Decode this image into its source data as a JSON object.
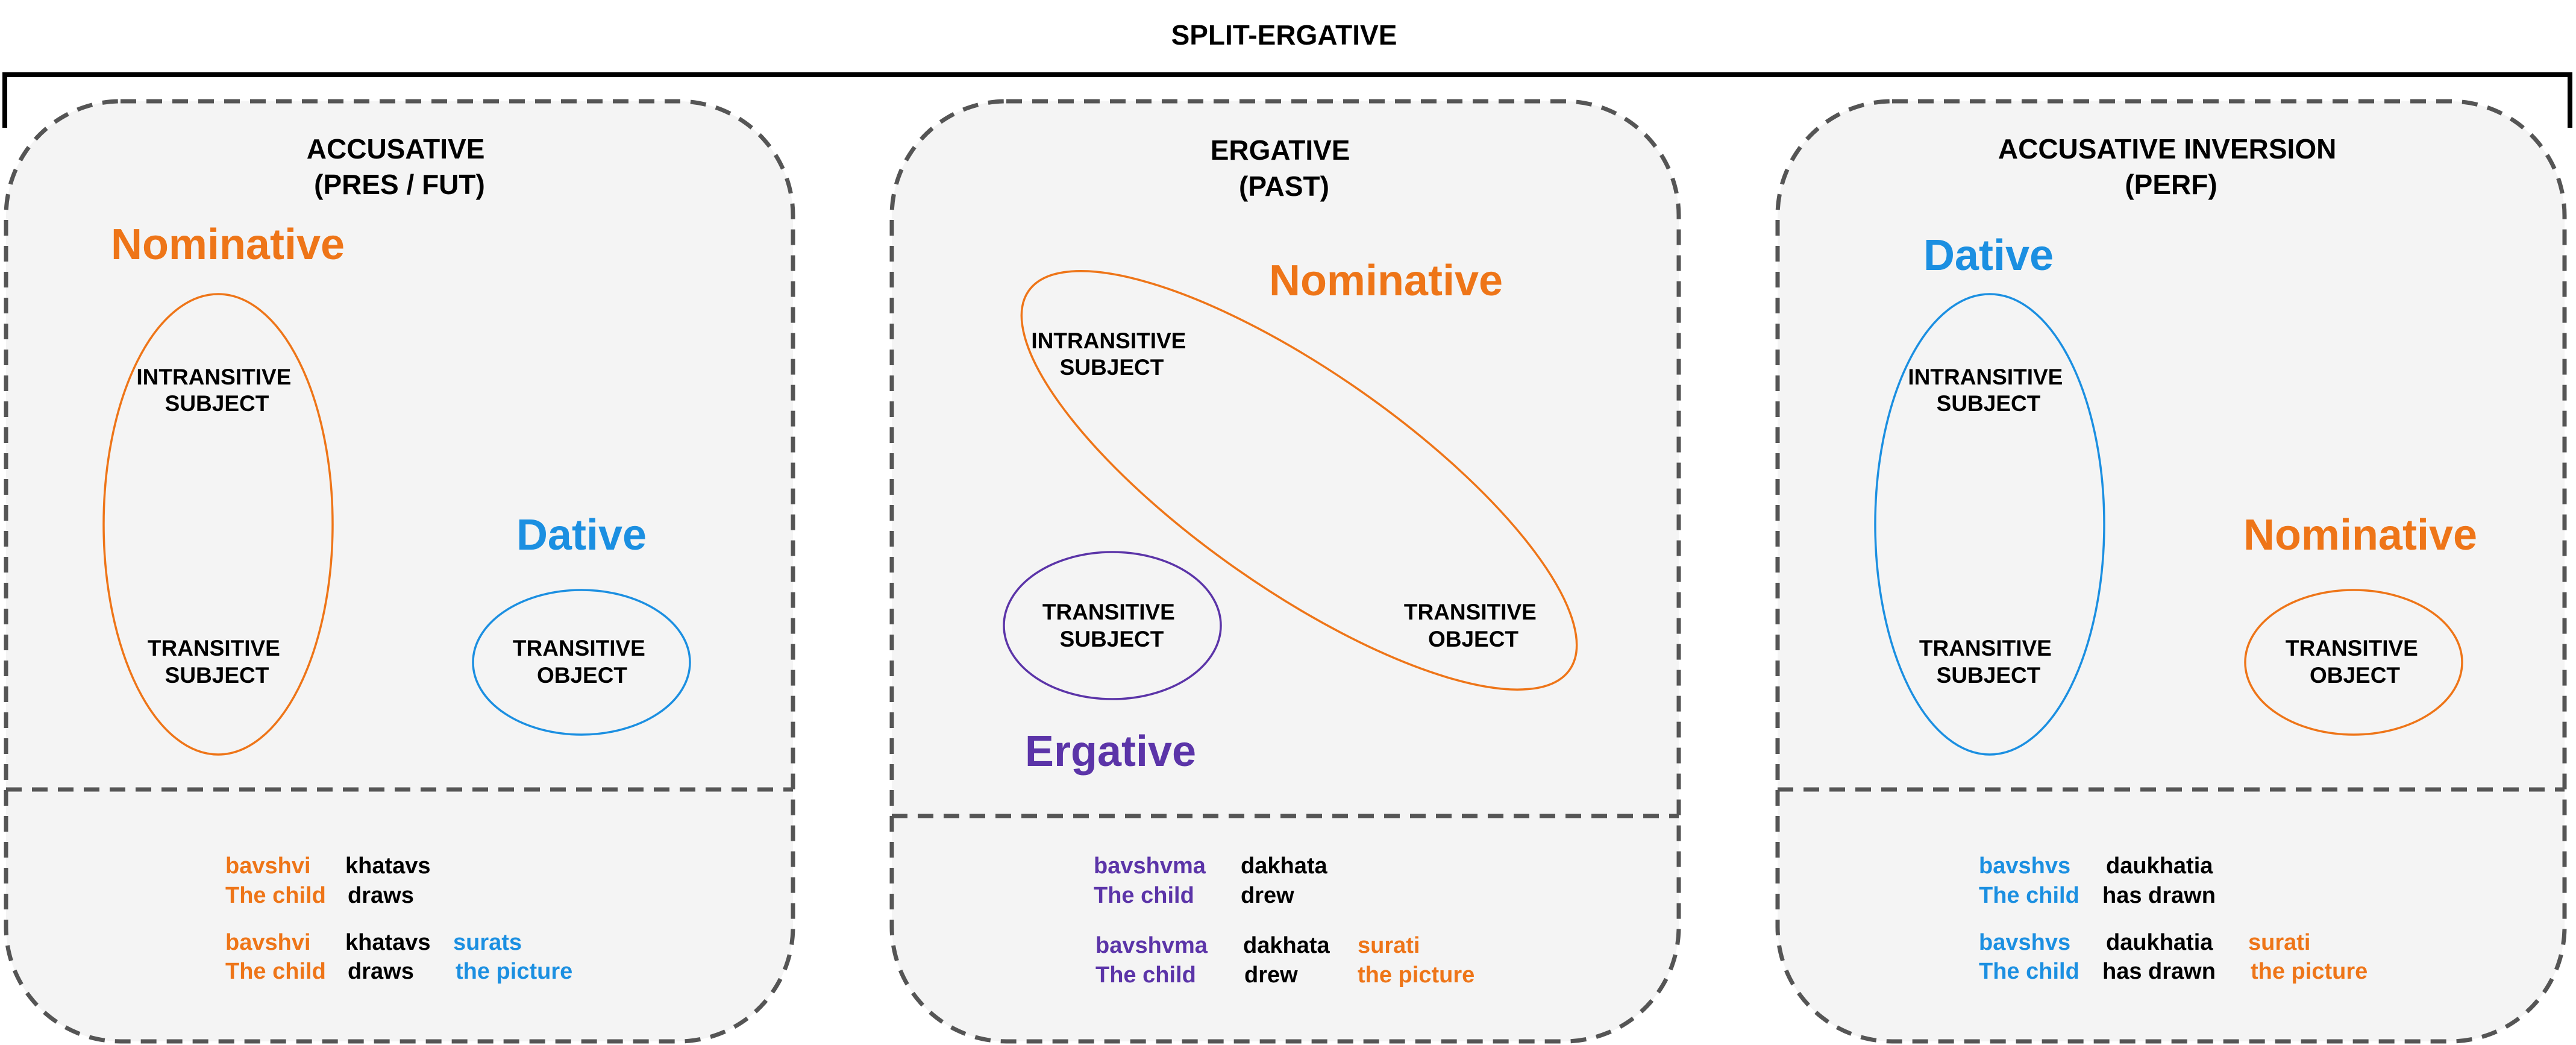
{
  "title": "SPLIT-ERGATIVE",
  "colors": {
    "nominative": "#ee7518",
    "dative": "#1b8fe1",
    "ergative": "#5b34a8",
    "text": "#000000",
    "panel_fill": "#f4f4f4",
    "dash_stroke": "#555555"
  },
  "panels": [
    {
      "title_line1": "ACCUSATIVE",
      "title_line2": "(PRES / FUT)",
      "case_a": "Nominative",
      "case_b": "Dative",
      "role_intr_1": "INTRANSITIVE",
      "role_intr_2": "SUBJECT",
      "role_trs_1": "TRANSITIVE",
      "role_trs_2": "SUBJECT",
      "role_tro_1": "TRANSITIVE",
      "role_tro_2": "OBJECT",
      "ex1": {
        "subj": "bavshvi",
        "subj_gloss": "The child",
        "verb": "khatavs",
        "verb_gloss": "draws"
      },
      "ex2": {
        "subj": "bavshvi",
        "subj_gloss": "The child",
        "verb": "khatavs",
        "verb_gloss": "draws",
        "obj": "surats",
        "obj_gloss": "the picture"
      }
    },
    {
      "title_line1": "ERGATIVE",
      "title_line2": "(PAST)",
      "case_a": "Nominative",
      "case_b": "Ergative",
      "role_intr_1": "INTRANSITIVE",
      "role_intr_2": "SUBJECT",
      "role_trs_1": "TRANSITIVE",
      "role_trs_2": "SUBJECT",
      "role_tro_1": "TRANSITIVE",
      "role_tro_2": "OBJECT",
      "ex1": {
        "subj": "bavshvma",
        "subj_gloss": "The child",
        "verb": "dakhata",
        "verb_gloss": "drew"
      },
      "ex2": {
        "subj": "bavshvma",
        "subj_gloss": "The child",
        "verb": "dakhata",
        "verb_gloss": "drew",
        "obj": "surati",
        "obj_gloss": "the picture"
      }
    },
    {
      "title_line1": "ACCUSATIVE INVERSION",
      "title_line2": "(PERF)",
      "case_a": "Dative",
      "case_b": "Nominative",
      "role_intr_1": "INTRANSITIVE",
      "role_intr_2": "SUBJECT",
      "role_trs_1": "TRANSITIVE",
      "role_trs_2": "SUBJECT",
      "role_tro_1": "TRANSITIVE",
      "role_tro_2": "OBJECT",
      "ex1": {
        "subj": "bavshvs",
        "subj_gloss": "The child",
        "verb": "daukhatia",
        "verb_gloss": "has drawn"
      },
      "ex2": {
        "subj": "bavshvs",
        "subj_gloss": "The child",
        "verb": "daukhatia",
        "verb_gloss": "has drawn",
        "obj": "surati",
        "obj_gloss": "the picture"
      }
    }
  ]
}
